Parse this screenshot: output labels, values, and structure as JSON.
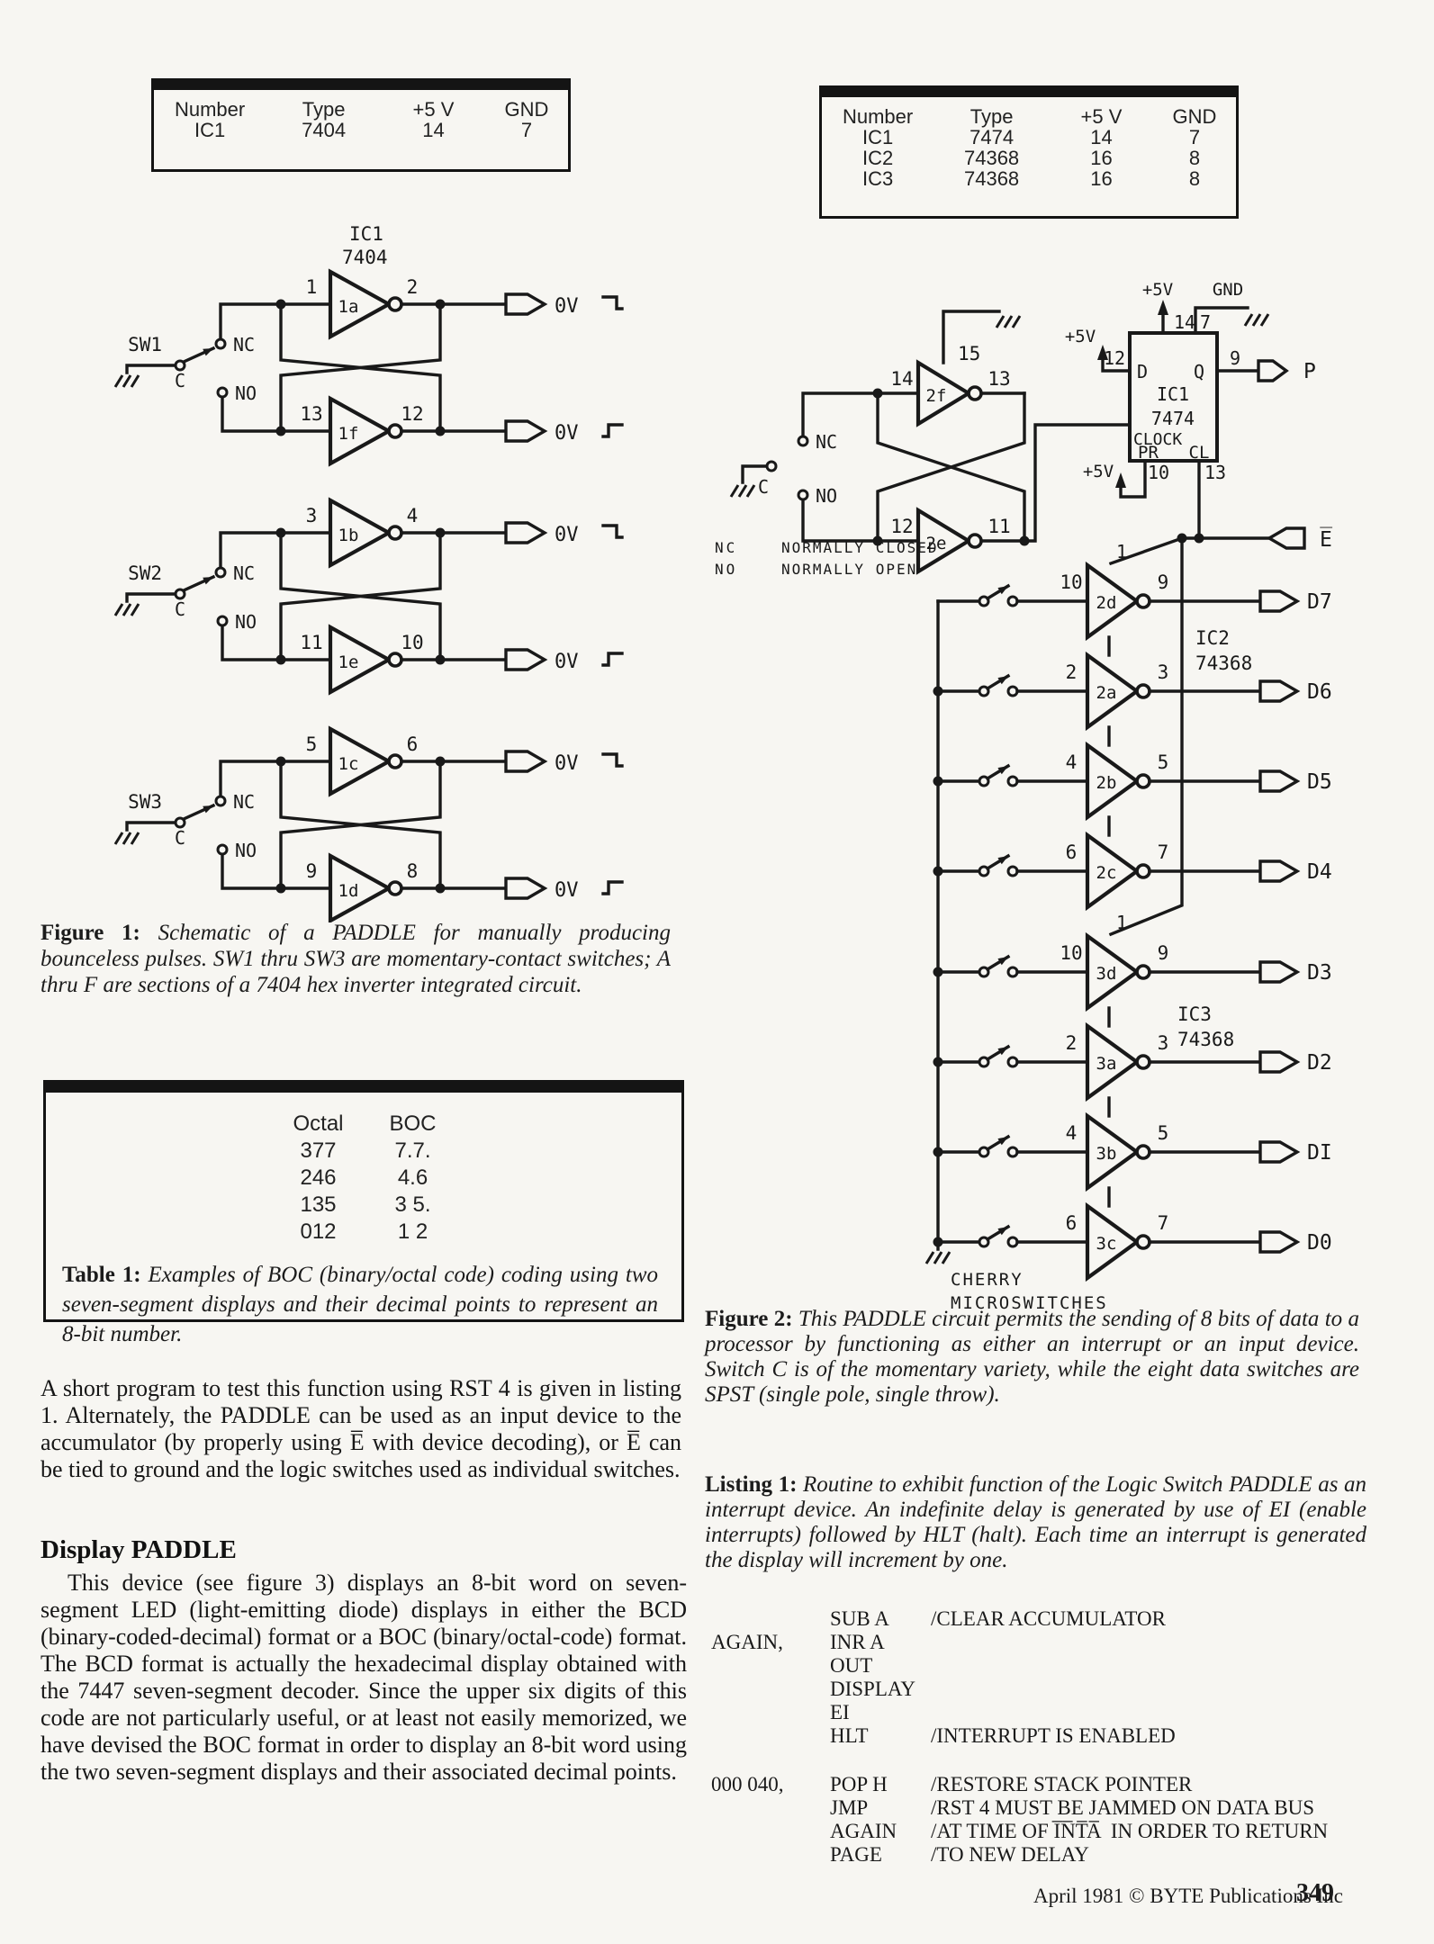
{
  "ic_table_left": {
    "headers": [
      "Number",
      "Type",
      "+5 V",
      "GND"
    ],
    "rows": [
      [
        "IC1",
        "7404",
        "14",
        "7"
      ]
    ]
  },
  "ic_table_right": {
    "headers": [
      "Number",
      "Type",
      "+5 V",
      "GND"
    ],
    "rows": [
      [
        "IC1",
        "7474",
        "14",
        "7"
      ],
      [
        "IC2",
        "74368",
        "16",
        "8"
      ],
      [
        "IC3",
        "74368",
        "16",
        "8"
      ]
    ]
  },
  "figure1": {
    "chip_label": "IC1",
    "chip_type": "7404",
    "sections": [
      {
        "switch": "SW1",
        "c": "C",
        "nc": "NC",
        "no": "NO",
        "top": {
          "pin_in": "1",
          "name": "1a",
          "pin_out": "2",
          "signal": "0V"
        },
        "bottom": {
          "pin_in": "13",
          "name": "1f",
          "pin_out": "12",
          "signal": "0V"
        }
      },
      {
        "switch": "SW2",
        "c": "C",
        "nc": "NC",
        "no": "NO",
        "top": {
          "pin_in": "3",
          "name": "1b",
          "pin_out": "4",
          "signal": "0V"
        },
        "bottom": {
          "pin_in": "11",
          "name": "1e",
          "pin_out": "10",
          "signal": "0V"
        }
      },
      {
        "switch": "SW3",
        "c": "C",
        "nc": "NC",
        "no": "NO",
        "top": {
          "pin_in": "5",
          "name": "1c",
          "pin_out": "6",
          "signal": "0V"
        },
        "bottom": {
          "pin_in": "9",
          "name": "1d",
          "pin_out": "8",
          "signal": "0V"
        }
      }
    ],
    "caption_label": "Figure 1:",
    "caption": "Schematic of a PADDLE for manually producing bounceless pulses. SW1 thru SW3 are momentary-contact switches; A thru F are sections of a 7404 hex inverter integrated circuit."
  },
  "table1": {
    "headers": [
      "Octal",
      "BOC"
    ],
    "rows": [
      [
        "377",
        "7.7."
      ],
      [
        "246",
        "4.6"
      ],
      [
        "135",
        "3 5."
      ],
      [
        "012",
        "1 2"
      ]
    ],
    "caption_label": "Table 1:",
    "caption": "Examples of BOC (binary/octal code) coding using two seven-segment displays and their decimal points to represent an 8-bit number."
  },
  "body1": {
    "text": "A short program to test this function using RST 4 is given in listing 1. Alternately, the PADDLE can be used as an input device to the accumulator (by properly using E̅ with device decoding), or E̅ can be tied to ground and the logic switches used as individual switches."
  },
  "display_paddle": {
    "heading": "Display PADDLE",
    "text": "This device (see figure 3) displays an 8-bit word on seven-segment LED (light-emitting diode) displays in either the BCD (binary-coded-decimal) format or a BOC (binary/octal-code) format. The BCD format is actually the hexadecimal display obtained with the 7447 seven-segment decoder. Since the upper six digits of this code are not particularly useful, or at least not easily memorized, we have devised the BOC format in order to display an 8-bit word using the two seven-segment displays and their associated decimal points."
  },
  "figure2": {
    "legend": [
      {
        "key": "NC",
        "text": "NORMALLY CLOSED"
      },
      {
        "key": "NO",
        "text": "NORMALLY OPEN"
      }
    ],
    "switch": {
      "c": "C",
      "nc": "NC",
      "no": "NO"
    },
    "gate_top": {
      "pin_in": "14",
      "name": "2f",
      "pin_out": "13",
      "pin_gnd": "15"
    },
    "gate_bottom": {
      "pin_in": "12",
      "name": "2e",
      "pin_out": "11"
    },
    "ff": {
      "vcc": "+5V",
      "gnd": "GND",
      "pin_vcc": "14",
      "pin_gnd": "7",
      "d": "D",
      "q": "Q",
      "pin_d": "12",
      "pin_q": "9",
      "d_vcc": "+5V",
      "name1": "IC1",
      "name2": "7474",
      "clock": "CLOCK",
      "pr": "PR",
      "cl": "CL",
      "pin_pr": "10",
      "pin_cl": "13",
      "pr_vcc": "+5V",
      "p_label": "P",
      "e_label": "E̅"
    },
    "ic2": {
      "l1": "IC2",
      "l2": "74368"
    },
    "ic3": {
      "l1": "IC3",
      "l2": "74368"
    },
    "buffers": [
      {
        "pin_in": "10",
        "name": "2d",
        "pin_out": "9",
        "signal": "D7",
        "enable_pin": "1"
      },
      {
        "pin_in": "2",
        "name": "2a",
        "pin_out": "3",
        "signal": "D6"
      },
      {
        "pin_in": "4",
        "name": "2b",
        "pin_out": "5",
        "signal": "D5"
      },
      {
        "pin_in": "6",
        "name": "2c",
        "pin_out": "7",
        "signal": "D4"
      },
      {
        "pin_in": "10",
        "name": "3d",
        "pin_out": "9",
        "signal": "D3",
        "enable_pin": "1"
      },
      {
        "pin_in": "2",
        "name": "3a",
        "pin_out": "3",
        "signal": "D2"
      },
      {
        "pin_in": "4",
        "name": "3b",
        "pin_out": "5",
        "signal": "DI"
      },
      {
        "pin_in": "6",
        "name": "3c",
        "pin_out": "7",
        "signal": "D0"
      }
    ],
    "cherry": {
      "l1": "CHERRY",
      "l2": "MICROSWITCHES"
    },
    "caption_label": "Figure 2:",
    "caption": "This PADDLE circuit permits the sending of 8 bits of data to a processor by functioning as either an interrupt or an input device. Switch C is of the momentary variety, while the eight data switches are SPST (single pole, single throw)."
  },
  "listing1": {
    "caption_label": "Listing 1:",
    "caption": "Routine to exhibit function of the Logic Switch PADDLE as an interrupt device. An indefinite delay is generated by use of EI (enable interrupts) followed by HLT (halt). Each time an interrupt is generated the display will increment by one.",
    "rows": [
      {
        "label": "",
        "op": "SUB A",
        "comment": "/CLEAR ACCUMULATOR"
      },
      {
        "label": "AGAIN,",
        "op": "INR A",
        "comment": ""
      },
      {
        "label": "",
        "op": "OUT",
        "comment": ""
      },
      {
        "label": "",
        "op": "DISPLAY",
        "comment": ""
      },
      {
        "label": "",
        "op": "EI",
        "comment": ""
      },
      {
        "label": "",
        "op": "HLT",
        "comment": "/INTERRUPT IS ENABLED"
      },
      {
        "label": "000 040,",
        "op": "POP H",
        "comment": "/RESTORE STACK POINTER",
        "gap": true
      },
      {
        "label": "",
        "op": "JMP",
        "comment": "/RST 4 MUST BE JAMMED ON DATA BUS"
      },
      {
        "label": "",
        "op": "AGAIN",
        "comment": "/AT TIME OF I̅N̅T̅A̅  IN ORDER TO RETURN"
      },
      {
        "label": "",
        "op": "PAGE",
        "comment": "/TO NEW DELAY"
      }
    ]
  },
  "footer": {
    "text": "April 1981 © BYTE Publications Inc",
    "page": "349"
  }
}
